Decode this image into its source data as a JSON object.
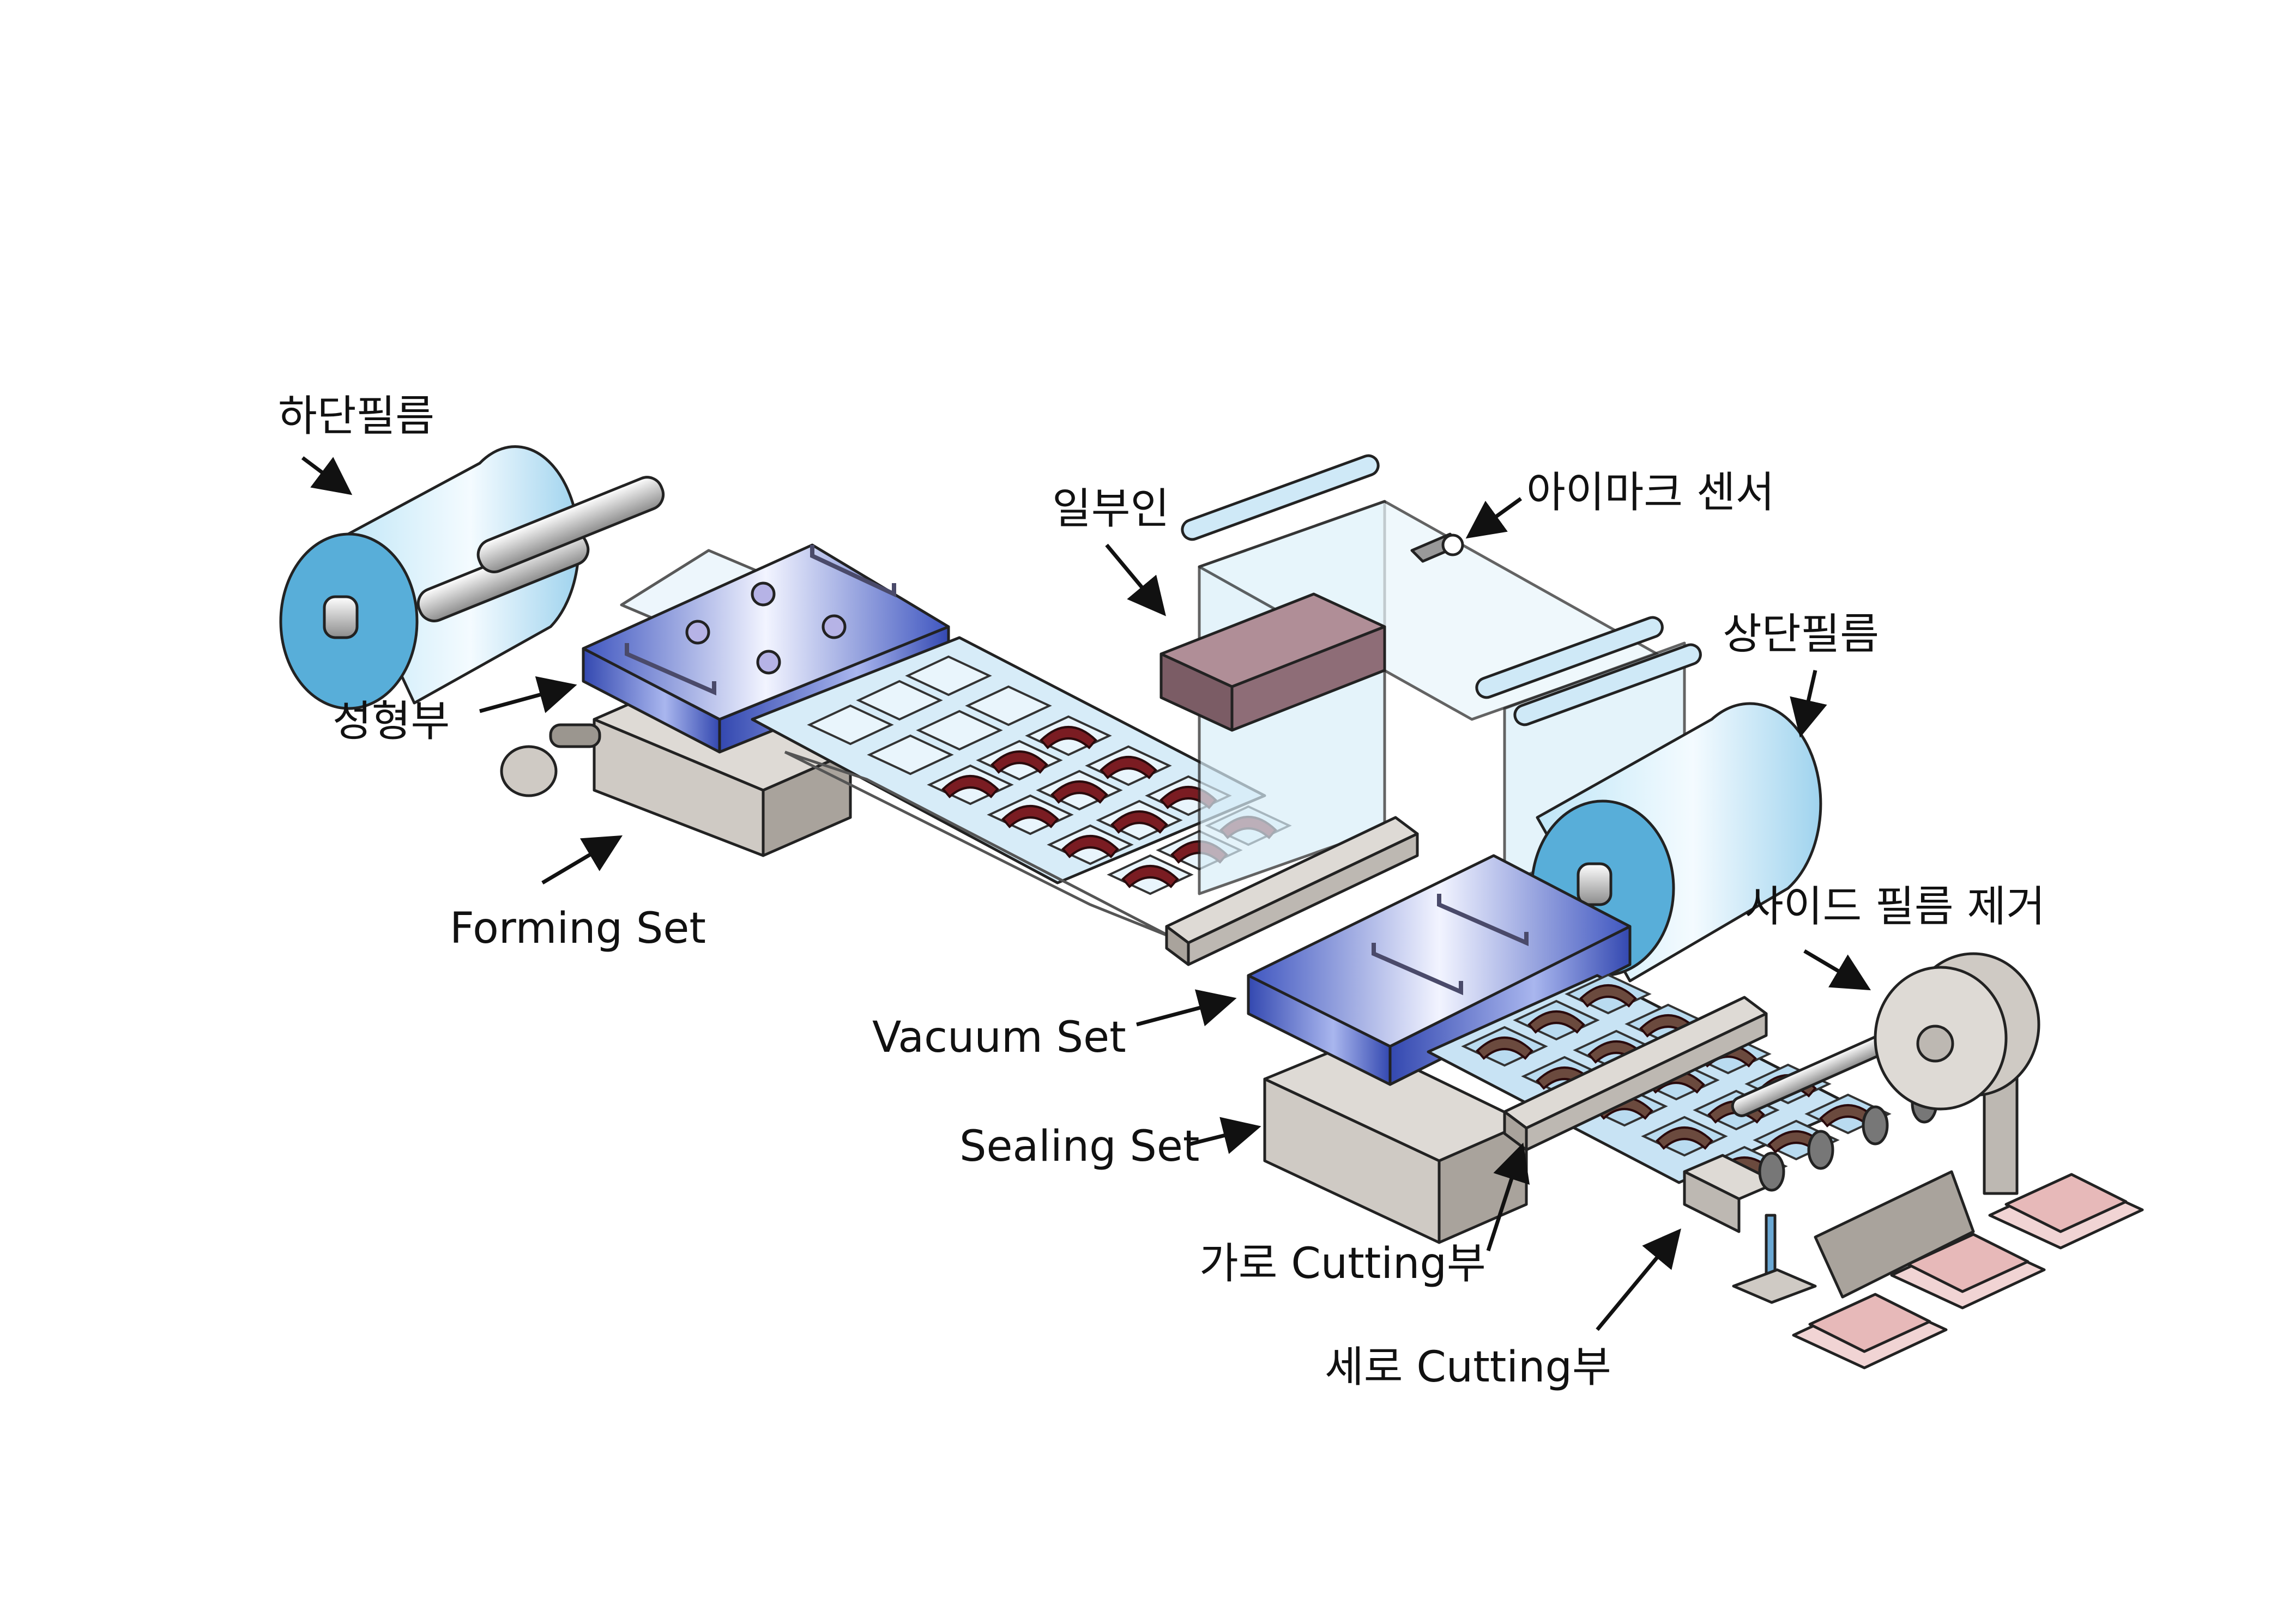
{
  "labels": {
    "bottom_film": "하단필름",
    "forming_part": "성형부",
    "forming_set": "Forming Set",
    "printer": "일부인",
    "eye_mark_sensor": "아이마크 센서",
    "top_film": "상단필름",
    "side_film_removal": "사이드 필름 제거",
    "vacuum_set": "Vacuum Set",
    "sealing_set": "Sealing  Set",
    "cross_cutting": "가로 Cutting부",
    "vertical_cutting": "세로 Cutting부"
  },
  "colors": {
    "film_blue": "#5aaed8",
    "film_light": "#cfe9f7",
    "machine_gray": "#bdb8b2",
    "press_blue": "#4a62c4",
    "product": "#7a1c22",
    "product_sealed": "#6b4a3e",
    "printer_box": "#8a6670",
    "finished_pack": "#e7b9b9"
  }
}
